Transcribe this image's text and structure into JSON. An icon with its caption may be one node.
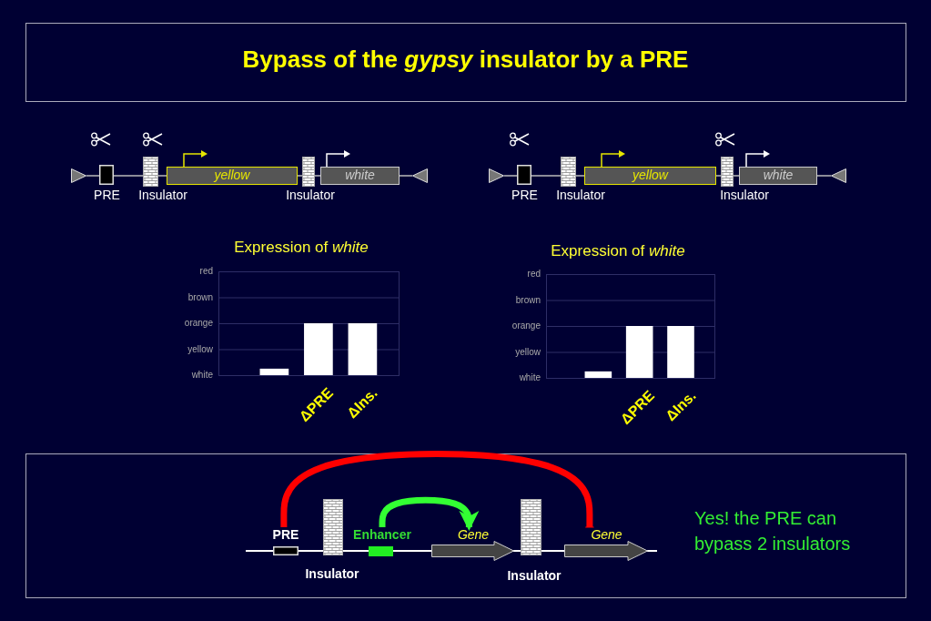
{
  "diagram": {
    "title": "Bypass of the *gypsy* insulator by a PRE",
    "nodes": [
      {
        "text": [],
        "shape": "triangle"
      },
      {
        "text": [
          "PRE"
        ]
      },
      {
        "text": [
          "Insulator"
        ]
      },
      {
        "text": [
          "yellow"
        ]
      },
      {
        "text": [
          "Insulator"
        ]
      },
      {
        "text": [
          "white"
        ]
      },
      {
        "text": [],
        "shape": "triangle"
      },
      {
        "text": [],
        "shape": "triangle"
      },
      {
        "text": [
          "PRE"
        ]
      },
      {
        "text": [
          "Insulator"
        ]
      },
      {
        "text": [
          "yellow"
        ]
      },
      {
        "text": [
          "Insulator"
        ]
      },
      {
        "text": [
          "white"
        ]
      },
      {
        "text": [],
        "shape": "triangle"
      },
      {
        "text": [
          "PRE"
        ]
      },
      {
        "text": [
          "Insulator"
        ]
      },
      {
        "text": [
          "Enhancer"
        ]
      },
      {
        "text": [
          "Gene"
        ]
      },
      {
        "text": [
          "Insulator"
        ]
      },
      {
        "text": [
          "Gene"
        ]
      }
    ],
    "edges": [
      {
        "from": 0,
        "to": 1,
        "arrow": "none"
      },
      {
        "from": 1,
        "to": 2,
        "arrow": "none"
      },
      {
        "from": 2,
        "to": 3,
        "arrow": "none"
      },
      {
        "from": 3,
        "to": 4,
        "arrow": "none"
      },
      {
        "from": 4,
        "to": 5,
        "arrow": "none"
      },
      {
        "from": 5,
        "to": 6,
        "arrow": "none"
      },
      {
        "from": 7,
        "to": 8,
        "arrow": "none"
      },
      {
        "from": 8,
        "to": 9,
        "arrow": "none"
      },
      {
        "from": 9,
        "to": 10,
        "arrow": "none"
      },
      {
        "from": 10,
        "to": 11,
        "arrow": "none"
      },
      {
        "from": 11,
        "to": 12,
        "arrow": "none"
      },
      {
        "from": 12,
        "to": 13,
        "arrow": "none"
      },
      {
        "from": 16,
        "to": 17,
        "arrow": "to",
        "style": "thick",
        "color": "#33ff33"
      },
      {
        "from": 14,
        "to": 19,
        "arrow": "other",
        "style": "thick",
        "color": "#ff0000"
      }
    ],
    "labels": [
      "Expression of *white*",
      "red",
      "brown",
      "orange",
      "yellow",
      "white",
      "ΔPRE",
      "ΔIns.",
      "Expression of *white*",
      "red",
      "brown",
      "orange",
      "yellow",
      "white",
      "ΔPRE",
      "ΔIns.",
      "Yes! the PRE can bypass 2 insulators"
    ]
  }
}
